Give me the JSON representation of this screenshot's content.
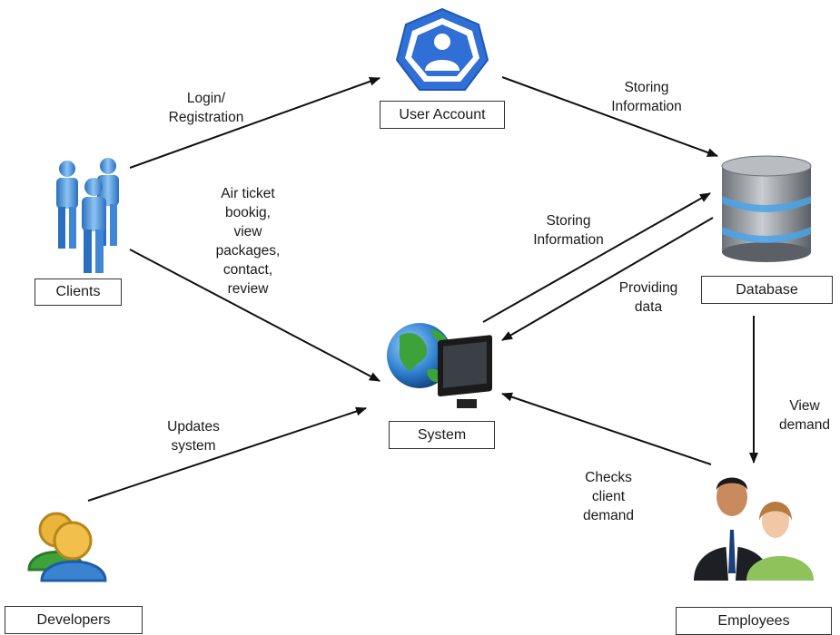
{
  "nodes": {
    "user_account": {
      "label": "User Account",
      "icon": "user-account-shield-icon"
    },
    "clients": {
      "label": "Clients",
      "icon": "clients-group-icon"
    },
    "database": {
      "label": "Database",
      "icon": "database-cylinder-icon"
    },
    "system": {
      "label": "System",
      "icon": "globe-monitor-icon"
    },
    "developers": {
      "label": "Developers",
      "icon": "developers-users-icon"
    },
    "employees": {
      "label": "Employees",
      "icon": "employees-people-icon"
    }
  },
  "edges": {
    "login": {
      "lines": [
        "Login/",
        "Registration"
      ]
    },
    "storing_user": {
      "lines": [
        "Storing",
        "Information"
      ]
    },
    "client_actions": {
      "lines": [
        "Air ticket",
        "bookig,",
        "view",
        "packages,",
        "contact,",
        "review"
      ]
    },
    "storing_system": {
      "lines": [
        "Storing",
        "Information"
      ]
    },
    "providing": {
      "lines": [
        "Providing",
        "data"
      ]
    },
    "view_demand": {
      "lines": [
        "View",
        "demand"
      ]
    },
    "updates": {
      "lines": [
        "Updates",
        "system"
      ]
    },
    "checks": {
      "lines": [
        "Checks",
        "client",
        "demand"
      ]
    }
  },
  "colors": {
    "shield_blue": "#2f6fd6",
    "database_gray": "#8a8f96",
    "database_band": "#4aa3e8",
    "clients_blue": "#4e9be0",
    "developers_gold": "#e9b53a",
    "developers_blue": "#3b82d1",
    "arrow": "#111111"
  }
}
